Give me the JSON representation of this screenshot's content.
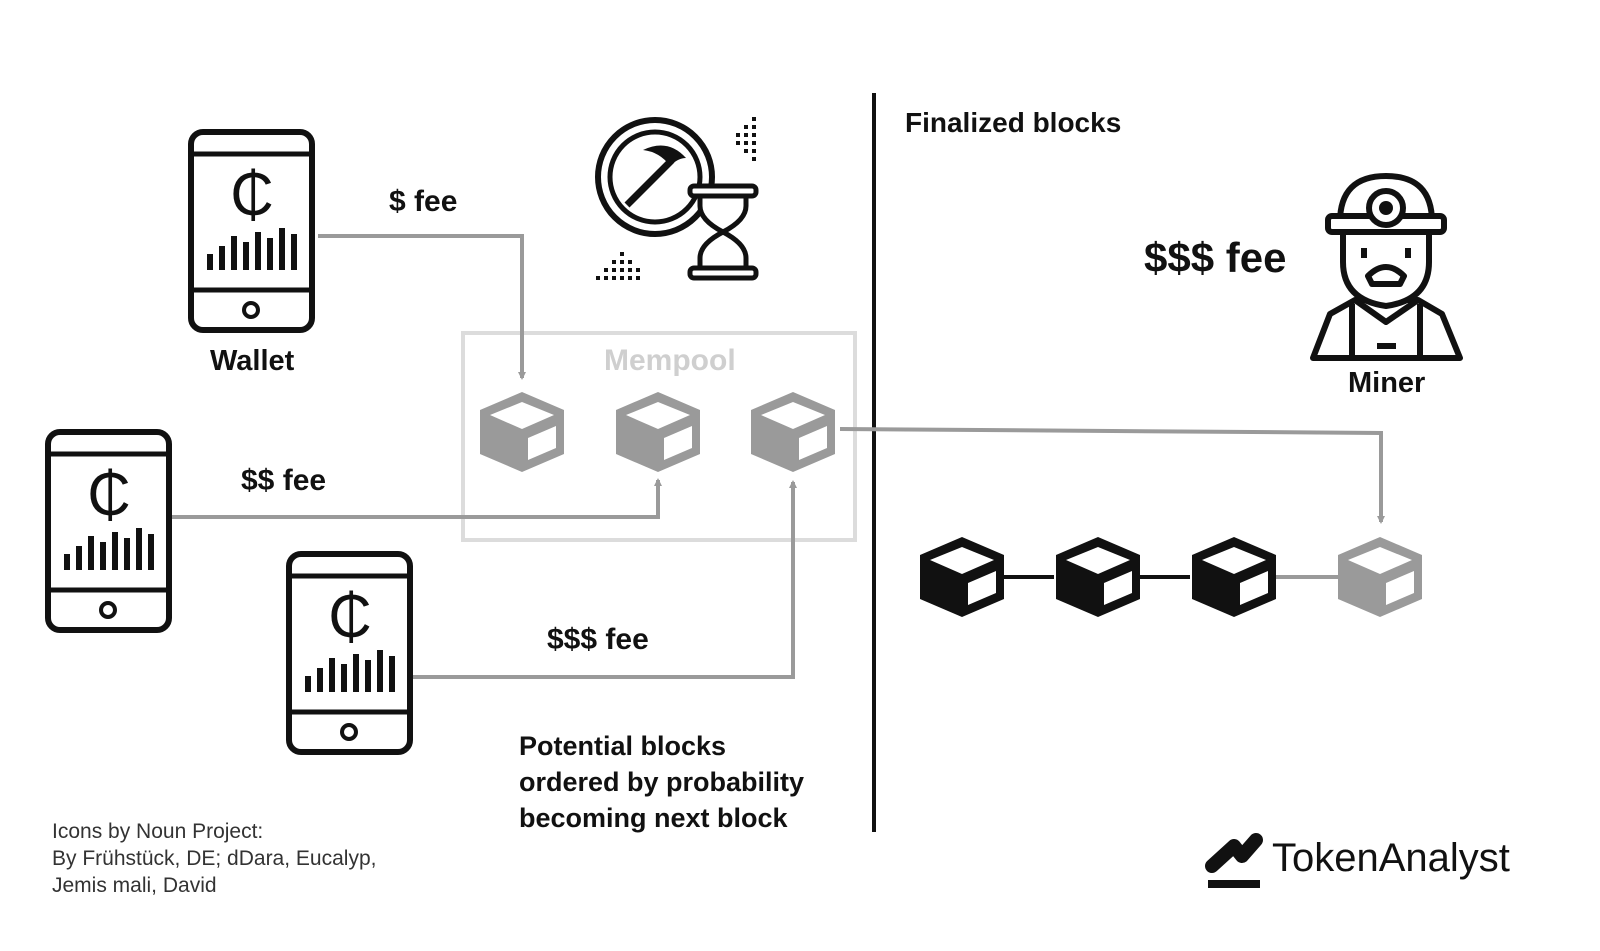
{
  "labels": {
    "wallet": "Wallet",
    "fee_1": "$ fee",
    "fee_2": "$$ fee",
    "fee_3": "$$$ fee",
    "mempool": "Mempool",
    "finalized": "Finalized blocks",
    "miner_fee": "$$$ fee",
    "miner": "Miner",
    "potential": [
      "Potential blocks",
      "ordered by probability",
      "becoming next block"
    ],
    "credits": [
      "Icons by Noun Project:",
      "By Frühstück, DE; dDara, Eucalyp,",
      "Jemis mali, David"
    ],
    "brand": "TokenAnalyst"
  },
  "phone_symbol": "₵",
  "colors": {
    "ink": "#111111",
    "arrow": "#9a9a9a",
    "pending_block": "#9a9a9a",
    "mempool_box": "#dcdcdc",
    "mempool_label": "#cfcfcf"
  },
  "icons": [
    "phone-wallet-icon",
    "mining-time-icon",
    "block-cube-icon",
    "miner-icon",
    "tokenanalyst-logo-icon"
  ]
}
